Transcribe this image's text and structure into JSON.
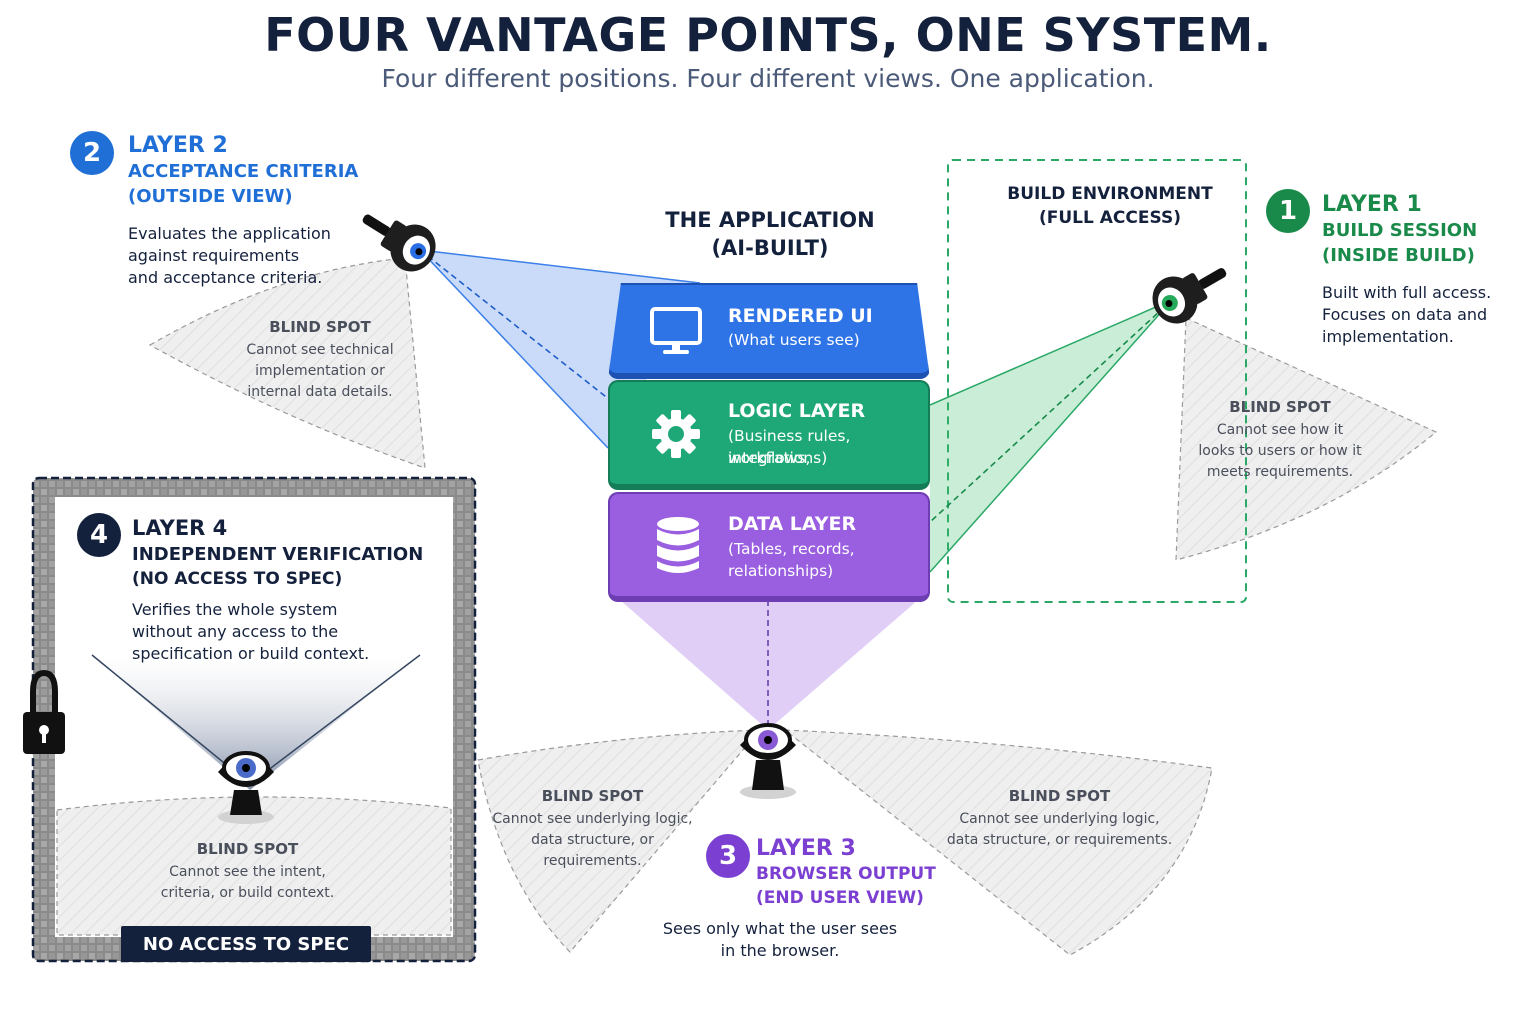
{
  "header": {
    "title": "FOUR VANTAGE POINTS, ONE SYSTEM.",
    "subtitle": "Four different positions. Four different views. One application."
  },
  "application": {
    "title_line1": "THE APPLICATION",
    "title_line2": "(AI-BUILT)",
    "layers": [
      {
        "name": "RENDERED UI",
        "desc1": "(What users see)",
        "desc2": "",
        "color": "#2f74e6",
        "icon": "monitor-icon"
      },
      {
        "name": "LOGIC LAYER",
        "desc1": "(Business rules, workflows,",
        "desc2": "integrations)",
        "color": "#1ea877",
        "icon": "gear-icon"
      },
      {
        "name": "DATA LAYER",
        "desc1": "(Tables, records,",
        "desc2": "relationships)",
        "color": "#9a5ee0",
        "icon": "database-icon"
      }
    ]
  },
  "build_env": {
    "line1": "BUILD ENVIRONMENT",
    "line2": "(FULL ACCESS)"
  },
  "layer1": {
    "number": "1",
    "heading": "LAYER 1",
    "sub1": "BUILD SESSION",
    "sub2": "(INSIDE BUILD)",
    "body1": "Built with full access.",
    "body2": "Focuses on data and",
    "body3": "implementation.",
    "color": "#1a8a4a",
    "blind_title": "BLIND SPOT",
    "blind1": "Cannot see how it",
    "blind2": "looks to users or how it",
    "blind3": "meets requirements."
  },
  "layer2": {
    "number": "2",
    "heading": "LAYER 2",
    "sub1": "ACCEPTANCE CRITERIA",
    "sub2": "(OUTSIDE VIEW)",
    "body1": "Evaluates the application",
    "body2": "against requirements",
    "body3": "and acceptance criteria.",
    "color": "#1f6fd6",
    "blind_title": "BLIND SPOT",
    "blind1": "Cannot see technical",
    "blind2": "implementation or",
    "blind3": "internal data details."
  },
  "layer3": {
    "number": "3",
    "heading": "LAYER 3",
    "sub1": "BROWSER OUTPUT",
    "sub2": "(END USER VIEW)",
    "body1": "Sees only what the user sees",
    "body2": "in the browser.",
    "color": "#7b3fd1",
    "blind_title": "BLIND SPOT",
    "blind1": "Cannot see underlying logic,",
    "blind2": "data structure, or requirements."
  },
  "layer4": {
    "number": "4",
    "heading": "LAYER 4",
    "sub1": "INDEPENDENT VERIFICATION",
    "sub2": "(NO ACCESS TO SPEC)",
    "body1": "Verifies the whole system",
    "body2": "without any access to the",
    "body3": "specification or build context.",
    "color": "#14213d",
    "blind_title": "BLIND SPOT",
    "blind1": "Cannot see the intent,",
    "blind2": "criteria, or build context.",
    "badge": "NO ACCESS TO SPEC"
  }
}
